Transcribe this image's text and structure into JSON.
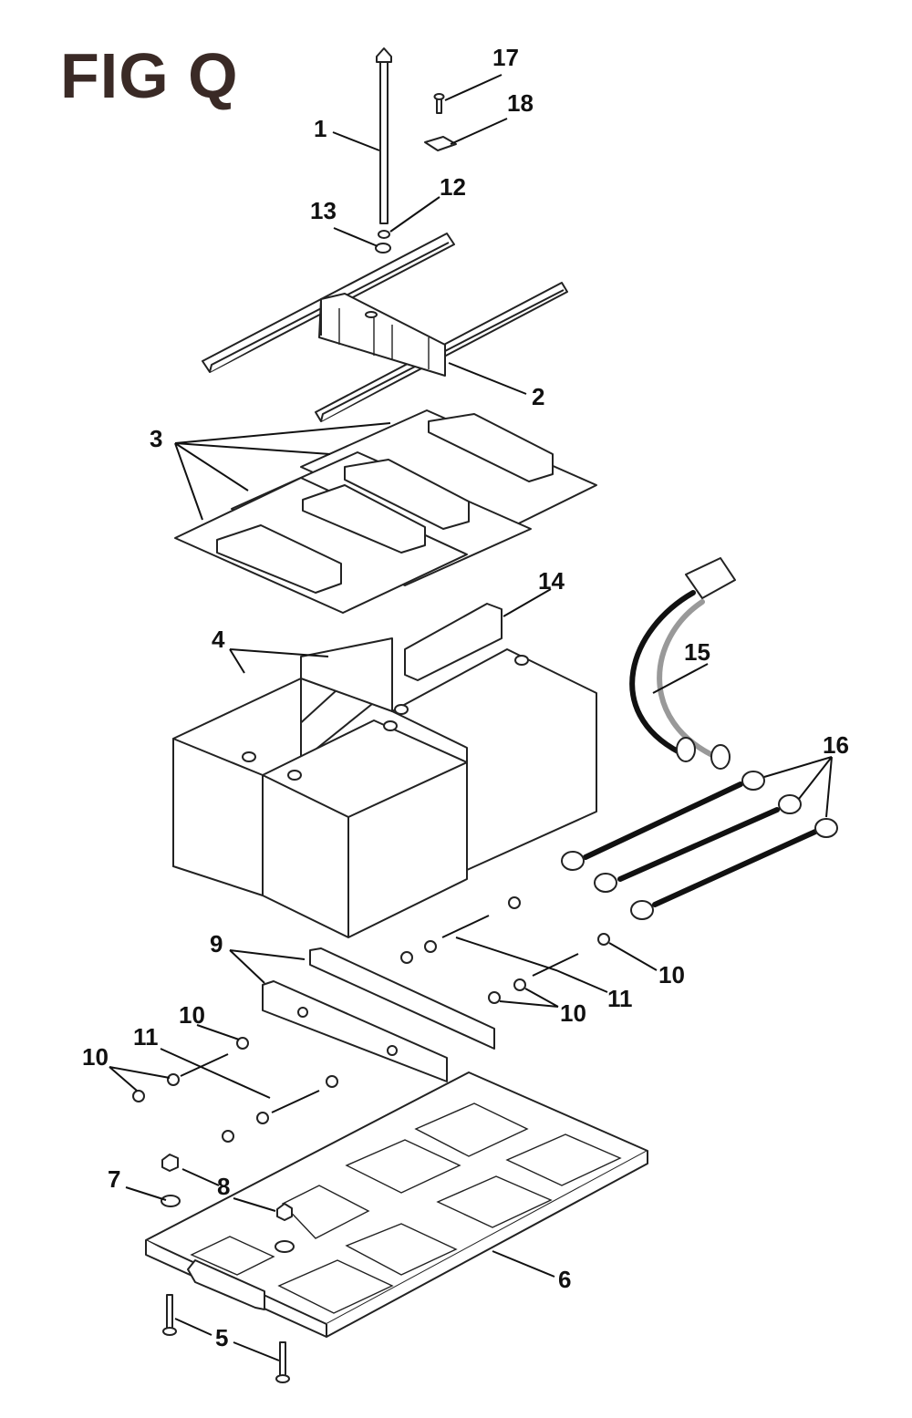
{
  "figure": {
    "title": "FIG Q"
  },
  "callouts": [
    {
      "id": "c1",
      "number": "1"
    },
    {
      "id": "c2",
      "number": "2"
    },
    {
      "id": "c3",
      "number": "3"
    },
    {
      "id": "c4",
      "number": "4"
    },
    {
      "id": "c5",
      "number": "5"
    },
    {
      "id": "c6",
      "number": "6"
    },
    {
      "id": "c7",
      "number": "7"
    },
    {
      "id": "c8",
      "number": "8"
    },
    {
      "id": "c9",
      "number": "9"
    },
    {
      "id": "c10a",
      "number": "10"
    },
    {
      "id": "c10b",
      "number": "10"
    },
    {
      "id": "c10c",
      "number": "10"
    },
    {
      "id": "c10d",
      "number": "10"
    },
    {
      "id": "c11a",
      "number": "11"
    },
    {
      "id": "c11b",
      "number": "11"
    },
    {
      "id": "c12",
      "number": "12"
    },
    {
      "id": "c13",
      "number": "13"
    },
    {
      "id": "c14",
      "number": "14"
    },
    {
      "id": "c15",
      "number": "15"
    },
    {
      "id": "c16",
      "number": "16"
    },
    {
      "id": "c17",
      "number": "17"
    },
    {
      "id": "c18",
      "number": "18"
    }
  ]
}
